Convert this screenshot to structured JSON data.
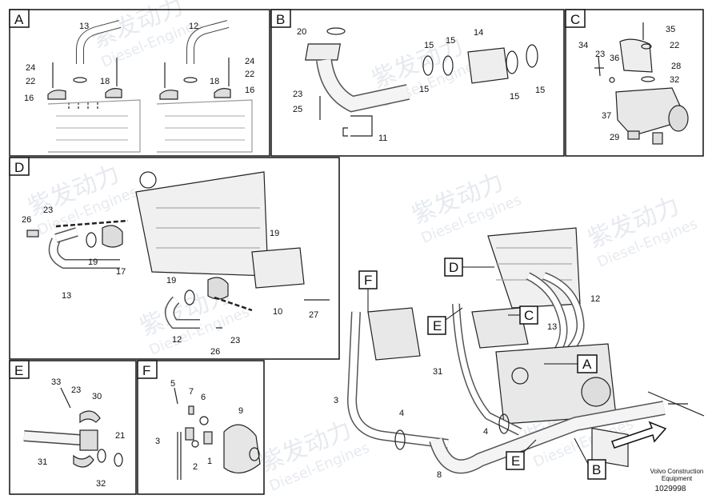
{
  "panels": {
    "A": {
      "label": "A"
    },
    "B": {
      "label": "B"
    },
    "C": {
      "label": "C"
    },
    "D": {
      "label": "D"
    },
    "E": {
      "label": "E"
    },
    "F": {
      "label": "F"
    }
  },
  "callouts": {
    "D": "D",
    "E": "E",
    "F": "F",
    "C": "C",
    "A": "A",
    "B": "B",
    "E2": "E"
  },
  "parts": {
    "a13": "13",
    "a12": "12",
    "a24": "24",
    "a22": "22",
    "a18": "18",
    "a16": "16",
    "a18r": "18",
    "a24r": "24",
    "a22r": "22",
    "a16r": "16",
    "b20": "20",
    "b15a": "15",
    "b15b": "15",
    "b14": "14",
    "b23": "23",
    "b25": "25",
    "b11": "11",
    "b15c": "15",
    "b15d": "15",
    "c35": "35",
    "c22": "22",
    "c34": "34",
    "c23": "23",
    "c36": "36",
    "c28": "28",
    "c32": "32",
    "c37": "37",
    "c29": "29",
    "d26": "26",
    "d23": "23",
    "d19": "19",
    "d17": "17",
    "d13": "13",
    "d19b": "19",
    "d19c": "19",
    "d10": "10",
    "d27": "27",
    "d12": "12",
    "d26b": "26",
    "d23b": "23",
    "e33": "33",
    "e23": "23",
    "e30": "30",
    "e21": "21",
    "e31": "31",
    "e32": "32",
    "f5": "5",
    "f7": "7",
    "f6": "6",
    "f9": "9",
    "f3": "3",
    "f2": "2",
    "f1": "1",
    "m12": "12",
    "m13": "13",
    "m31": "31",
    "m3": "3",
    "m4": "4",
    "m4b": "4",
    "m8": "8"
  },
  "footer": {
    "line1": "Volvo Construction",
    "line2": "Equipment",
    "number": "1029998"
  },
  "watermark": {
    "brand_cn": "紫发动力",
    "brand_en": "Diesel-Engines"
  }
}
